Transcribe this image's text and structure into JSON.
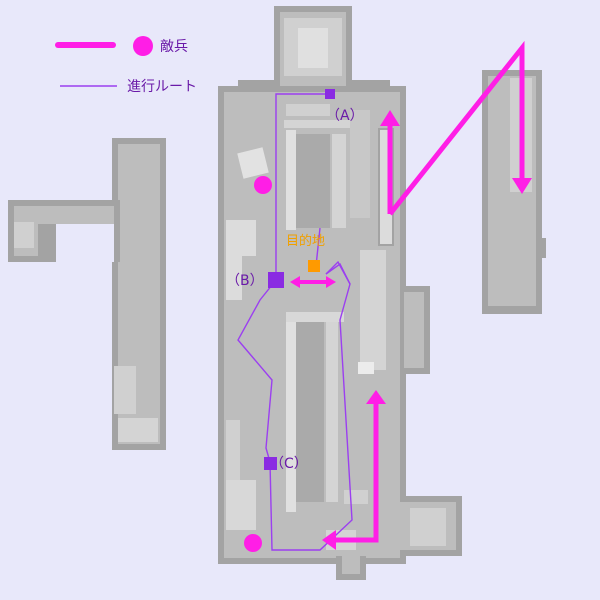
{
  "legend": {
    "enemy_label": "敵兵",
    "route_label": "進行ルート"
  },
  "waypoints": {
    "a": "（A）",
    "b": "（B）",
    "c": "（C）"
  },
  "destination_label": "目的地",
  "colors": {
    "background": "#e8e8fa",
    "wall": "#a3a3a3",
    "floor": "#bdbdbd",
    "highlight": "#d4d4d4",
    "enemy": "#ff1ee6",
    "route": "#9b3ff0",
    "waypoint": "#8a2be2",
    "destination": "#ff9a00"
  }
}
